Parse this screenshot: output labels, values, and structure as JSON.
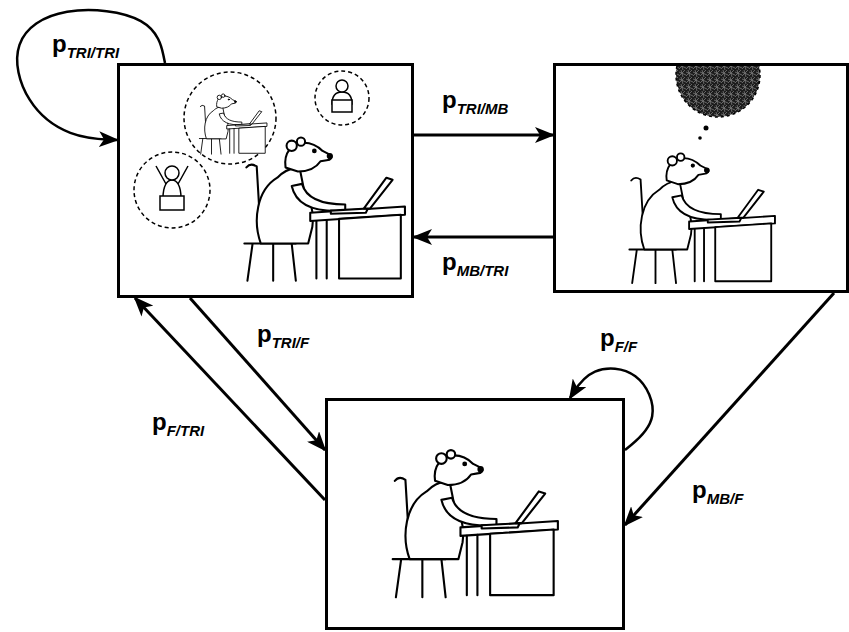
{
  "diagram": {
    "nodes": [
      {
        "text": []
      },
      {
        "text": []
      },
      {
        "text": []
      }
    ],
    "edges": [
      {
        "from": 0,
        "to": 0,
        "arrow": "to",
        "label": "pTRI/TRI"
      },
      {
        "from": 0,
        "to": 1,
        "arrow": "to",
        "label": "pTRI/MB"
      },
      {
        "from": 1,
        "to": 0,
        "arrow": "to",
        "label": "pMB/TRI"
      },
      {
        "from": 0,
        "to": 2,
        "arrow": "to",
        "label": "pTRI/F"
      },
      {
        "from": 2,
        "to": 0,
        "arrow": "to",
        "label": "pF/TRI"
      },
      {
        "from": 2,
        "to": 2,
        "arrow": "to",
        "label": "pF/F"
      },
      {
        "from": 1,
        "to": 2,
        "arrow": "to",
        "label": "pMB/F"
      }
    ]
  }
}
